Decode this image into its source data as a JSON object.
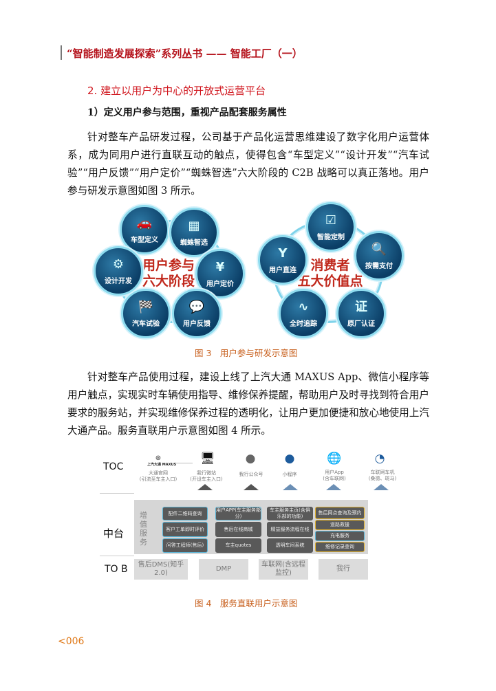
{
  "header": {
    "title": "“智能制造发展探索”系列丛书 —— 智能工厂（一）"
  },
  "section": {
    "heading": "2. 建立以用户为中心的开放式运营平台",
    "subheading": "1）定义用户参与范围，重视产品配套服务属性"
  },
  "paragraph1": "针对整车产品研发过程，公司基于产品化运营思维建设了数字化用户运营体系，成为同用户进行直联互动的触点，使得包含“车型定义”“设计开发”“汽车试验”“用户反馈”“用户定价”“蜘蛛智选”六大阶段的 C2B 战略可以真正落地。用户参与研发示意图如图 3 所示。",
  "figure3": {
    "left": {
      "center": [
        "用户参与",
        "六大阶段"
      ],
      "nodes": [
        "车型定义",
        "蜘蛛智选",
        "用户定价",
        "用户反馈",
        "汽车试验",
        "设计开发"
      ]
    },
    "right": {
      "center": [
        "消费者",
        "五大价值点"
      ],
      "nodes": [
        "智能定制",
        "按需支付",
        "原厂认证",
        "全时追踪",
        "用户直连"
      ]
    },
    "caption": "图 3　用户参与研发示意图"
  },
  "paragraph2": "针对整车产品使用过程，建设上线了上汽大通 MAXUS App、微信小程序等用户触点，实现实时车辆使用指导、维修保养提醒，帮助用户及时寻找到符合用户要求的服务站，并实现维修保养过程的透明化，让用户更加便捷和放心地使用上汽大通产品。服务直联用户示意图如图 4 所示。",
  "figure4": {
    "rows": {
      "toc": "TOC",
      "middle": "中台",
      "tob": "TO B"
    },
    "logo_text": "上汽大通 MAXUS",
    "toc_items": [
      {
        "l1": "大通官网",
        "l2": "(引流至车主入口)",
        "icon": "maxus-logo"
      },
      {
        "l1": "我行微站",
        "l2": "(开设车主入口)",
        "icon": "monitor-icon"
      },
      {
        "l1": "我行公众号",
        "l2": "",
        "icon": "wechat-icon"
      },
      {
        "l1": "小程序",
        "l2": "",
        "icon": "mini-program-icon"
      },
      {
        "l1": "用户App",
        "l2": "(含车联网)",
        "icon": "globe-car-icon"
      },
      {
        "l1": "车联网车机",
        "l2": "(桑德、斑马)",
        "icon": "speedometer-icon"
      }
    ],
    "value_added": "增值服务",
    "middle_cols": [
      [
        "配件二维码查询",
        "客户工单即时评价",
        "问答工程师(售后)"
      ],
      [
        "用户APP(车主服务部分)",
        "售后在线商城",
        "车主quotes"
      ],
      [
        "车主服务主页(含俱乐部的功能)",
        "精益服务流程在线",
        "透明车间系统"
      ],
      [
        "售后网点查询及预约",
        "道路救援",
        "充电服务",
        "维修记录查询"
      ]
    ],
    "tob_items": [
      "售后DMS(知乎2.0)",
      "DMP",
      "车联网(含远程监控)",
      "我行"
    ],
    "caption": "图 4　服务直联用户示意图"
  },
  "page_number": "<006"
}
